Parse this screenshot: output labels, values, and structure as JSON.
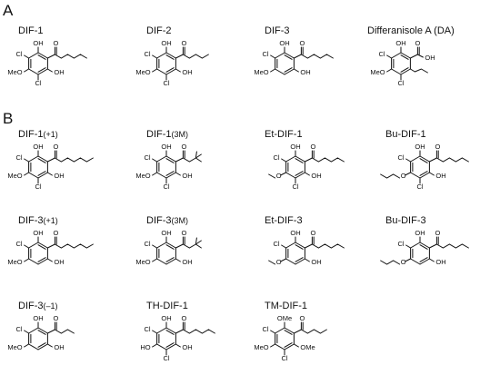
{
  "panels": {
    "a": "A",
    "b": "B"
  },
  "compounds": [
    {
      "id": "dif1",
      "name": "DIF-1",
      "suffix": ""
    },
    {
      "id": "dif2",
      "name": "DIF-2",
      "suffix": ""
    },
    {
      "id": "dif3",
      "name": "DIF-3",
      "suffix": ""
    },
    {
      "id": "da",
      "name": "Differanisole A (DA)",
      "suffix": ""
    },
    {
      "id": "dif1p1",
      "name": "DIF-1",
      "suffix": "(+1)"
    },
    {
      "id": "dif13m",
      "name": "DIF-1",
      "suffix": "(3M)"
    },
    {
      "id": "etdif1",
      "name": "Et-DIF-1",
      "suffix": ""
    },
    {
      "id": "budif1",
      "name": "Bu-DIF-1",
      "suffix": ""
    },
    {
      "id": "dif3p1",
      "name": "DIF-3",
      "suffix": "(+1)"
    },
    {
      "id": "dif33m",
      "name": "DIF-3",
      "suffix": "(3M)"
    },
    {
      "id": "etdif3",
      "name": "Et-DIF-3",
      "suffix": ""
    },
    {
      "id": "budif3",
      "name": "Bu-DIF-3",
      "suffix": ""
    },
    {
      "id": "dif3m1",
      "name": "DIF-3",
      "suffix": "(–1)"
    },
    {
      "id": "thdif1",
      "name": "TH-DIF-1",
      "suffix": ""
    },
    {
      "id": "tmdif1",
      "name": "TM-DIF-1",
      "suffix": ""
    }
  ],
  "atoms": {
    "oh": "OH",
    "o": "O",
    "cl": "Cl",
    "meo": "MeO",
    "ho": "HO",
    "ome": "OMe"
  }
}
